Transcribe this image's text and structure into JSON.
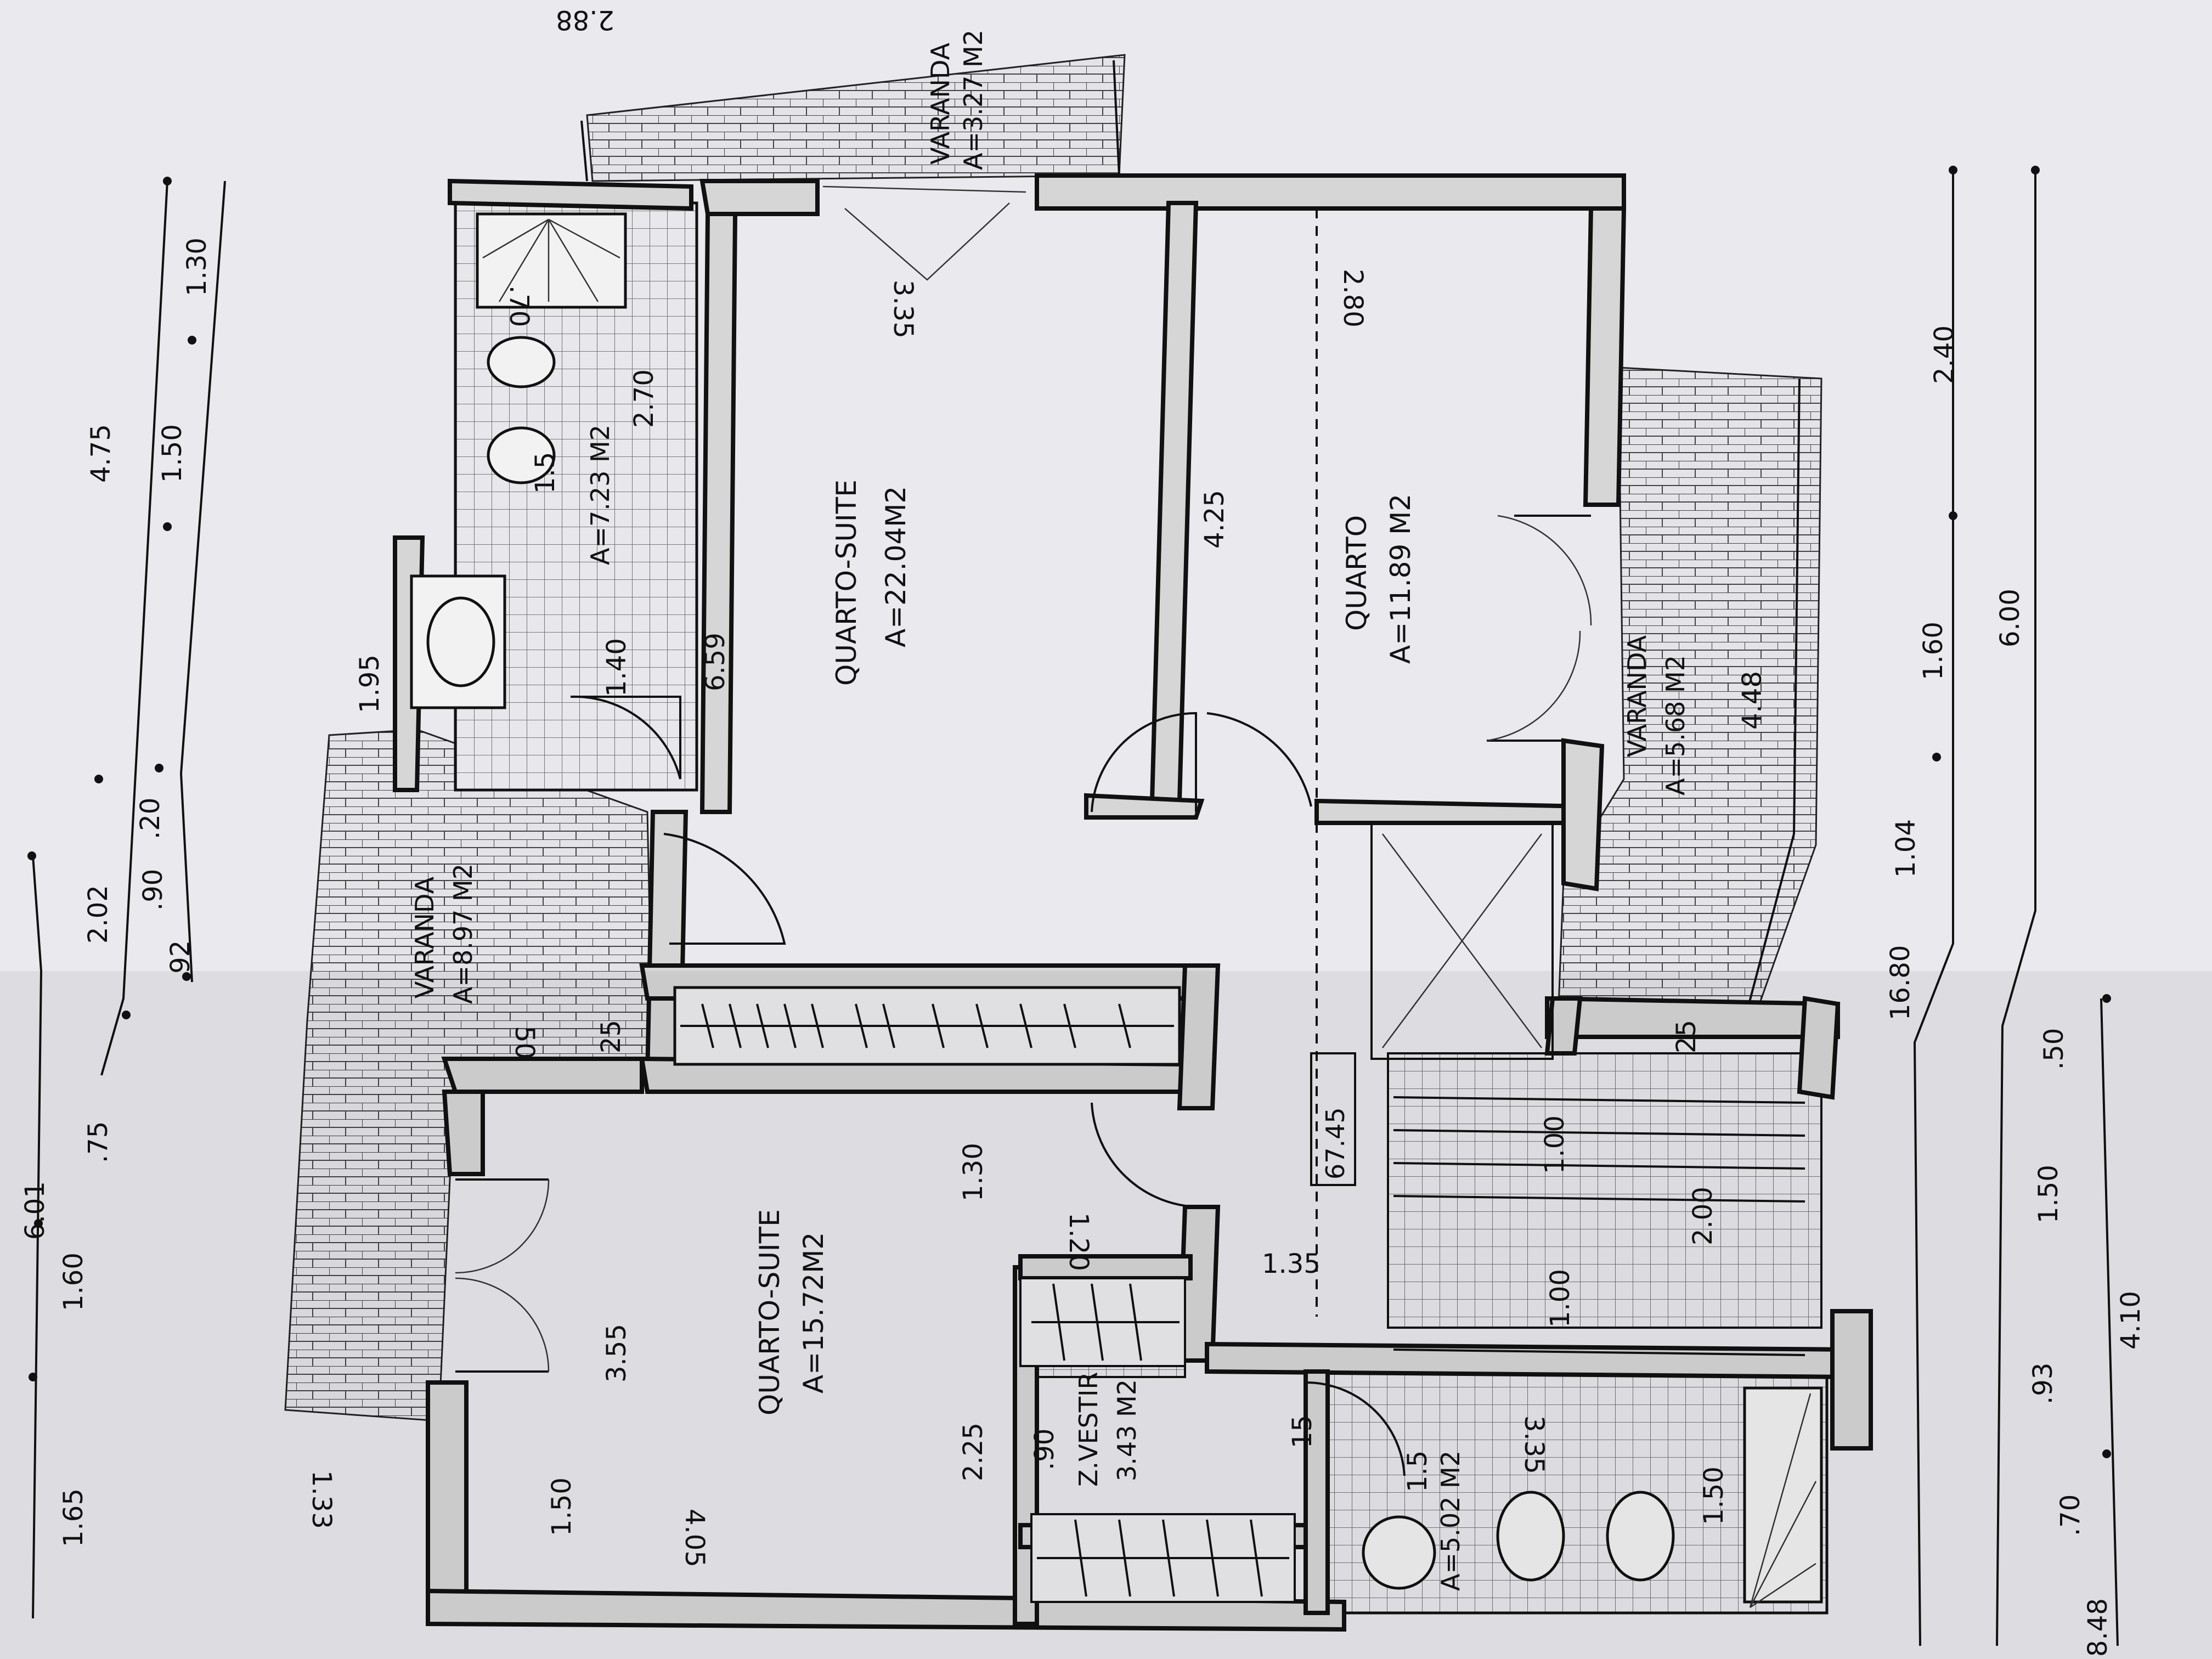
{
  "rooms": {
    "suite_top_name": "QUARTO-SUITE",
    "suite_top_area": "A=22.04M2",
    "suite_bottom_name": "QUARTO-SUITE",
    "suite_bottom_area": "A=15.72M2",
    "quarto_name": "QUARTO",
    "quarto_area": "A=11.89 M2",
    "varanda_top_name": "VARANDA",
    "varanda_top_area": "A=3.27 M2",
    "varanda_left_name": "VARANDA",
    "varanda_left_area": "A=8.97 M2",
    "varanda_right_name": "VARANDA",
    "varanda_right_area": "A=5.68 M2",
    "bath_top_area": "A=7.23 M2",
    "bath_bottom_area": "A=5.02 M2",
    "closet_name": "Z.VESTIR",
    "closet_area": "3.43 M2",
    "hall_area": "67.45"
  },
  "dimensions": {
    "d_6_01": "6.01",
    "d_1_60a": "1.60",
    "d_75": ".75",
    "d_1_65": "1.65",
    "d_2_02": "2.02",
    "d_90": ".90",
    "d_20": ".20",
    "d_92": ".92",
    "d_4_75": "4.75",
    "d_1_50a": "1.50",
    "d_1_30a": "1.30",
    "d_1_95": "1.95",
    "d_2_40": "2.40",
    "d_1_60b": "1.60",
    "d_6_00": "6.00",
    "d_1_04": "1.04",
    "d_16_80": "16.80",
    "d_50": ".50",
    "d_1_50b": "1.50",
    "d_93": ".93",
    "d_4_10": "4.10",
    "d_70": ".70",
    "d_8_48": "8.48",
    "d_3_35a": "3.35",
    "d_2_80": "2.80",
    "d_4_25": "4.25",
    "d_6_59": "6.59",
    "d_1_40": "1.40",
    "d_2_70": "2.70",
    "d_4_48": "4.48",
    "d_3_55": "3.55",
    "d_2_25": "2.25",
    "d_1_30b": "1.30",
    "d_1_20": "1.20",
    "d_1_35": "1.35",
    "d_4_05": "4.05",
    "d_1_33": "1.33",
    "d_90b": ".90",
    "d_1_00a": "1.00",
    "d_2_00": "2.00",
    "d_1_00b": "1.00",
    "d_3_35b": "3.35",
    "d_1_50c": "1.50",
    "d_1_50d": "1.50",
    "d_2_88": "2.88",
    "d_1_5": "1.5",
    "d_1_5b": "1.5",
    "d_25a": "25",
    "d_25b": "25",
    "d_15": "15",
    "d_50b": "50",
    "d_70b": ".70"
  },
  "colors": {
    "paper": "#e9e9ee",
    "ink": "#111111",
    "wall_fill": "#d6d6d6"
  }
}
